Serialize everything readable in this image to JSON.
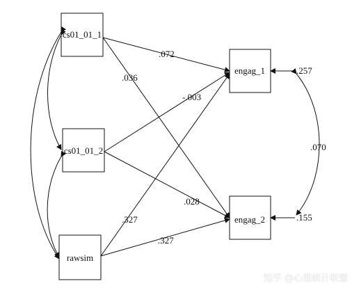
{
  "nodes": {
    "cs01_01_1": "cs01_01_1",
    "cs01_01_2": "cs01_01_2",
    "rawsim": "rawsim",
    "engag_1": "engag_1",
    "engag_2": "engag_2"
  },
  "coefficients": {
    "cs1_to_engag1": ".072",
    "cs1_to_engag2": ".036",
    "cs2_to_engag1": "-.003",
    "cs2_to_engag2": ".028",
    "rawsim_to_engag1": ".327",
    "rawsim_to_engag2": ".327",
    "engag_cov": ".070",
    "engag1_residual": ".257",
    "engag2_residual": ".155"
  },
  "watermark": {
    "brand": "知乎",
    "account": "@心理统计联盟"
  }
}
